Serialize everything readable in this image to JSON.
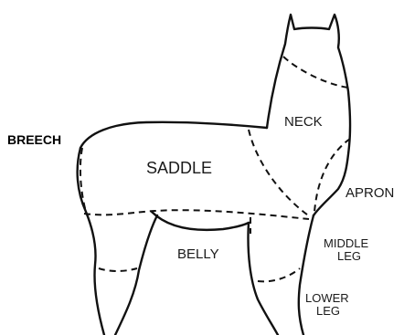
{
  "diagram": {
    "labels": {
      "breech": "BREECH",
      "saddle": "SADDLE",
      "neck": "NECK",
      "apron": "APRON",
      "belly": "BELLY",
      "middle_leg_1": "MIDDLE",
      "middle_leg_2": "LEG",
      "lower_leg_1": "LOWER",
      "lower_leg_2": "LEG"
    }
  }
}
